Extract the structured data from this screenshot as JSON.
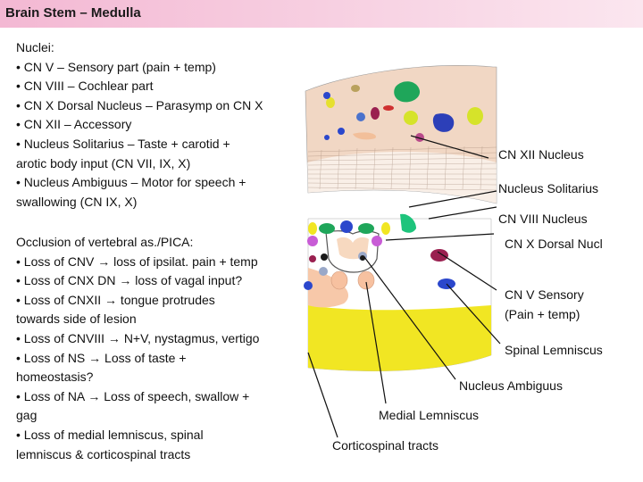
{
  "slide": {
    "title": "Brain Stem – Medulla"
  },
  "nuclei": {
    "heading": "Nuclei:",
    "lines": [
      "• CN V – Sensory part (pain + temp)",
      "• CN VIII – Cochlear part",
      "• CN X Dorsal Nucleus – Parasymp on CN X",
      "• CN XII – Accessory",
      "• Nucleus Solitarius – Taste + carotid +",
      "arotic body input (CN VII, IX, X)",
      "• Nucleus Ambiguus – Motor for speech +",
      "swallowing (CN IX, X)"
    ]
  },
  "occlusion": {
    "heading": "Occlusion of vertebral as./PICA:",
    "lines": [
      "• Loss of CNV → loss of ipsilat. pain + temp",
      "• Loss of CNX DN → loss of vagal input?",
      "• Loss of CNXII → tongue protrudes",
      "towards side of lesion",
      "• Loss of CNVIII → N+V, nystagmus, vertigo",
      "• Loss of NS → Loss of taste +",
      "homeostasis?",
      "• Loss of NA → Loss of speech, swallow +",
      "gag",
      "• Loss of medial lemniscus, spinal",
      "lemniscus & corticospinal tracts"
    ]
  },
  "labels": {
    "cn12": "CN XII Nucleus",
    "ns": "Nucleus Solitarius",
    "cn8": "CN VIII Nucleus",
    "cn10": "CN X Dorsal Nucl",
    "cn5_line1": "CN V Sensory",
    "cn5_line2": "(Pain + temp)",
    "spinal": "Spinal Lemniscus",
    "ambiguus": "Nucleus Ambiguus",
    "medial": "Medial Lemniscus",
    "cortico": "Corticospinal tracts"
  },
  "colors": {
    "title_bar": "#f3b8d3",
    "cn12": "#1fa65a",
    "ns": "#d6e32a",
    "cn8": "#1ec47c",
    "cn10": "#b14aa8",
    "cn5": "#9a2050",
    "spinal": "#2b47cc",
    "ambiguus": "#9aa8c8",
    "medial": "#f7c1a0",
    "cortico": "#f1e623"
  }
}
